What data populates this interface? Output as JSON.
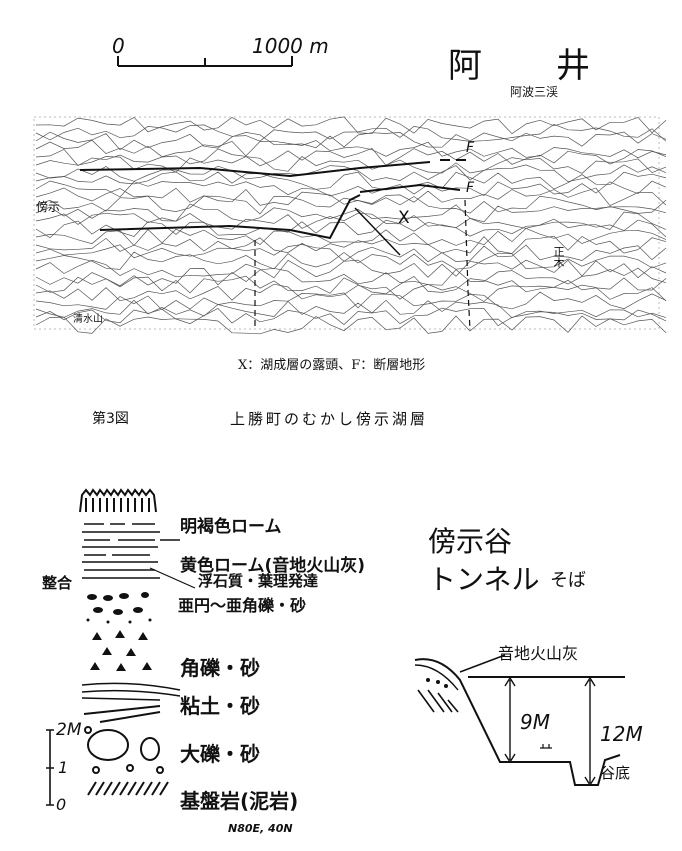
{
  "scale_bar": {
    "start": "0",
    "end": "1000 m"
  },
  "map": {
    "title": "阿　井",
    "subtitle": "阿波三渓",
    "labels": {
      "bouji": "傍示",
      "shimizuyama": "清水山",
      "masaki": "正木"
    },
    "markers": {
      "outcrop": "X",
      "fault1": "F",
      "fault2": "F"
    },
    "caption": "X：湖成層の露頭、F：断層地形"
  },
  "figure": {
    "number": "第3図",
    "title": "上勝町のむかし傍示湖層"
  },
  "column": {
    "layers": [
      "明褐色ローム",
      "黄色ローム(音地火山灰)",
      "浮石質・葉理発達",
      "亜円〜亜角礫・砂",
      "角礫・砂",
      "粘土・砂",
      "大礫・砂",
      "基盤岩(泥岩)"
    ],
    "contact_label": "整合",
    "scale": [
      "2M",
      "1",
      "0"
    ],
    "strike_dip": "N80E, 40N"
  },
  "section": {
    "title_line1": "傍示谷",
    "title_line2": "トンネル",
    "title_suffix": "そば",
    "ash_label": "音地火山灰",
    "height_9": "9M",
    "height_12": "12M",
    "valley_floor": "谷底"
  }
}
